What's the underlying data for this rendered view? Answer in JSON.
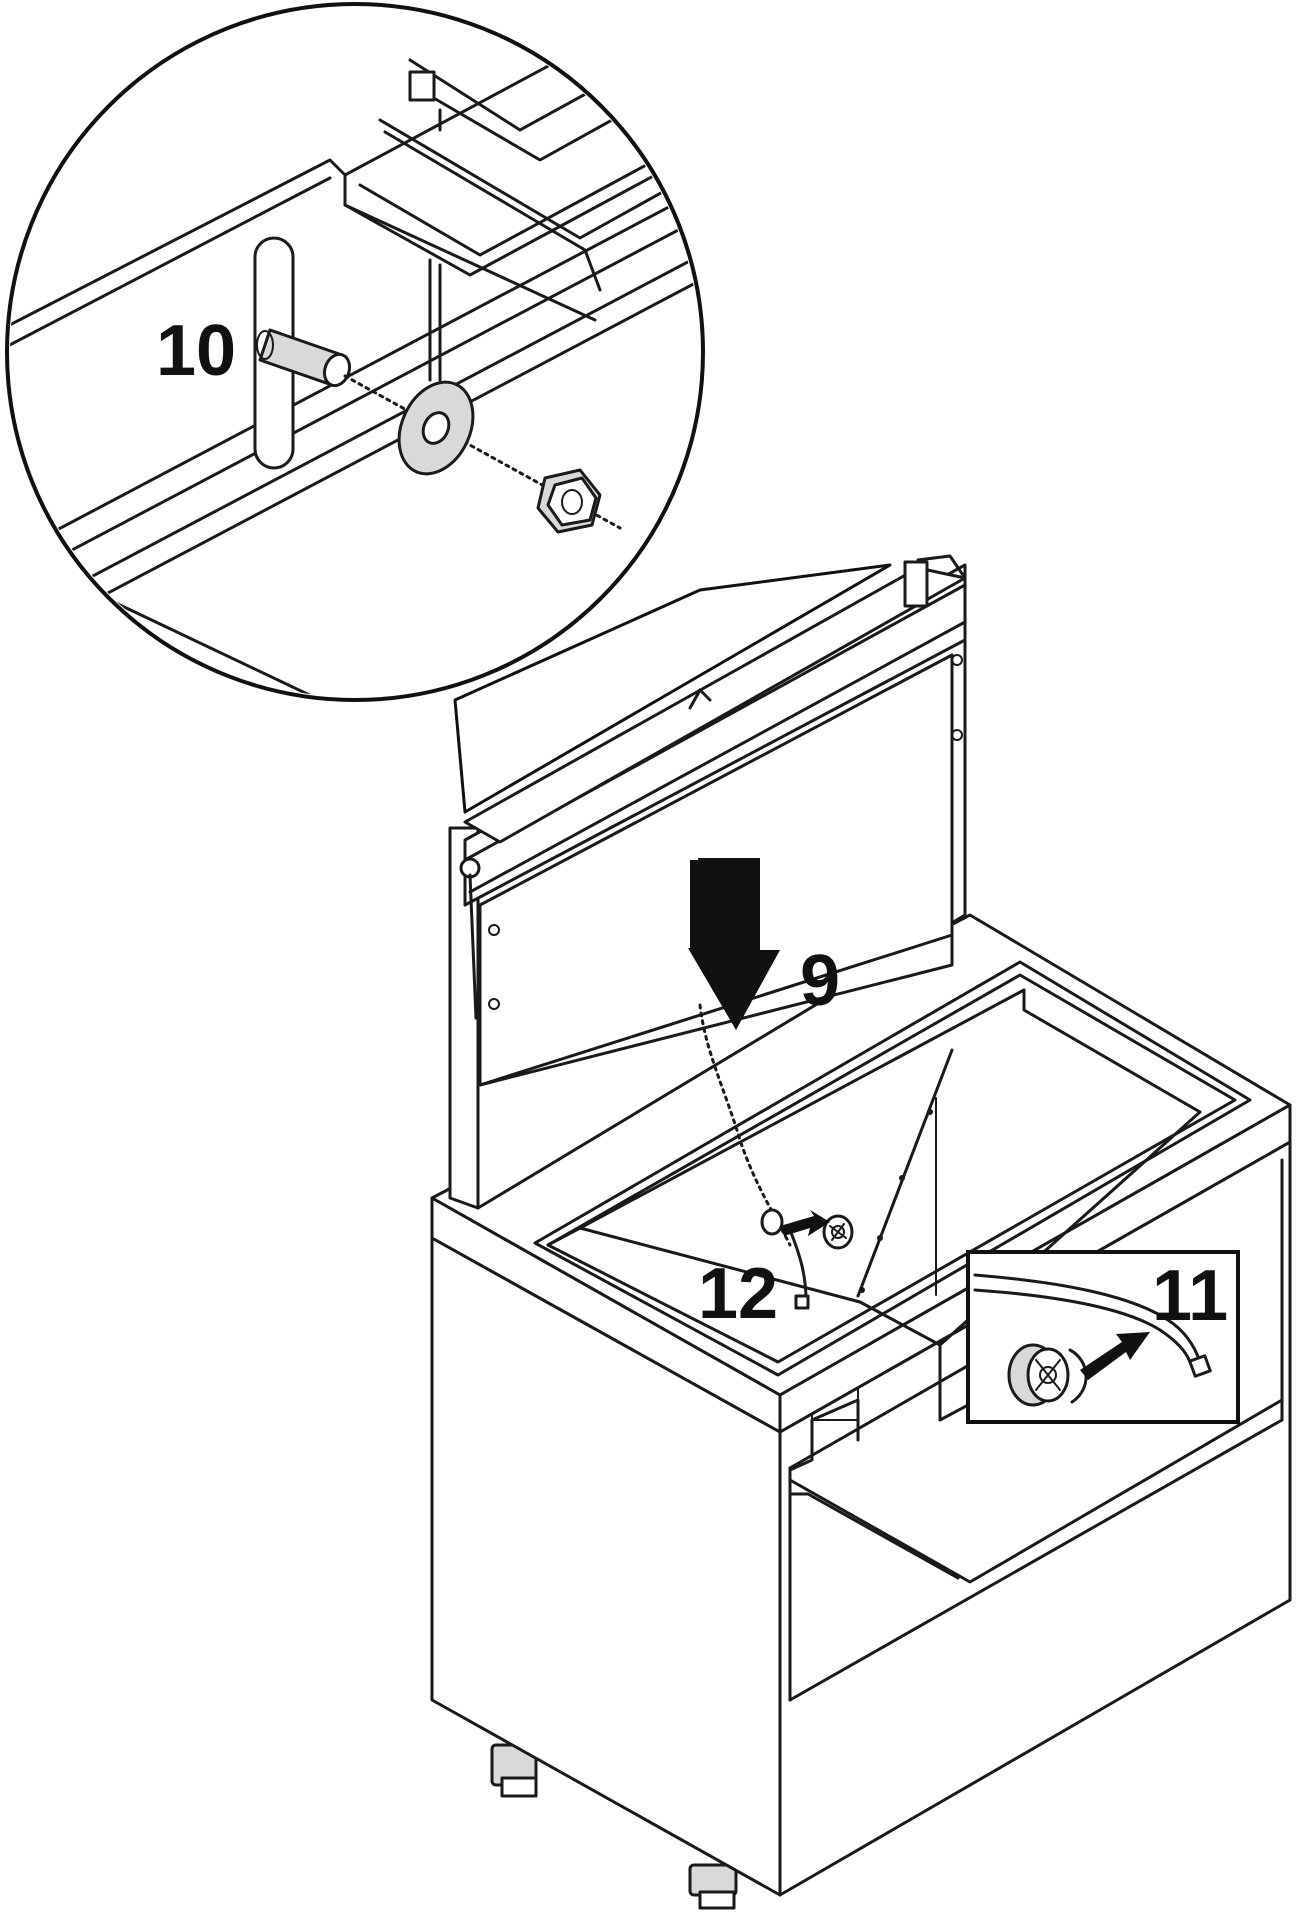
{
  "labels": {
    "step_9": "9",
    "step_10": "10",
    "step_11": "11",
    "step_12": "12"
  },
  "colors": {
    "line": "#1a1a1a",
    "fill": "#ffffff",
    "shade": "#d9d9d9"
  }
}
